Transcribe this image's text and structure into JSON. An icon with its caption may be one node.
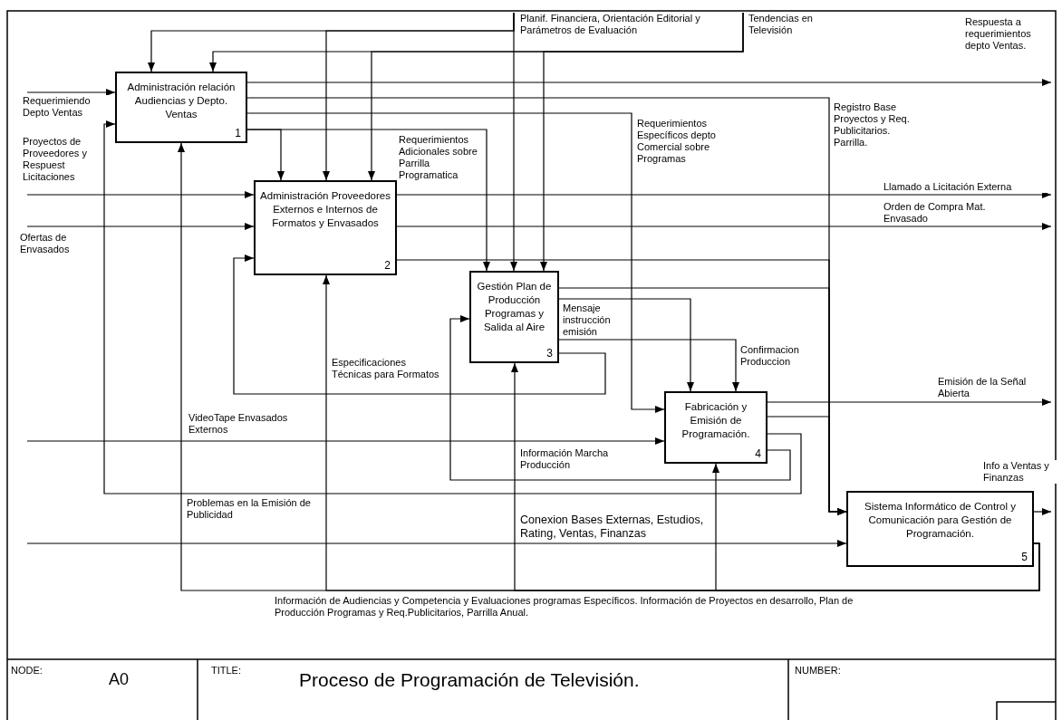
{
  "diagram": {
    "title": "Proceso de Programación de Televisión.",
    "nodes": [
      {
        "text": [
          "Administración relación Audiencias y Depto. Ventas",
          "1"
        ]
      },
      {
        "text": [
          "Administración Proveedores Externos e Internos de Formatos y Envasados",
          "2"
        ]
      },
      {
        "text": [
          "Gestión Plan de Producción Programas y Salida al Aire",
          "3"
        ]
      },
      {
        "text": [
          "Fabricación y Emisión de Programación.",
          "4"
        ]
      },
      {
        "text": [
          "Sistema Informático de Control y Comunicación para Gestión de Programación.",
          "5"
        ]
      }
    ],
    "edges": [
      {
        "from": null,
        "to": 0,
        "arrow": "to",
        "label": "Requerimiendo Depto Ventas"
      },
      {
        "from": null,
        "to": 0,
        "arrow": "to",
        "label": "Planif. Financiera, Orientación Editorial y Parámetros de Evaluación"
      },
      {
        "from": null,
        "to": 1,
        "arrow": "to"
      },
      {
        "from": null,
        "to": 2,
        "arrow": "to"
      },
      {
        "from": null,
        "to": 0,
        "arrow": "to",
        "label": "Tendencias en Televisión"
      },
      {
        "from": null,
        "to": 1,
        "arrow": "to"
      },
      {
        "from": null,
        "to": 2,
        "arrow": "to"
      },
      {
        "from": null,
        "to": 1,
        "arrow": "to",
        "label": "Proyectos de Proveedores y Respuest Licitaciones"
      },
      {
        "from": null,
        "to": 1,
        "arrow": "to",
        "label": "Ofertas de Envasados"
      },
      {
        "from": null,
        "to": 3,
        "arrow": "to",
        "label": "VideoTape Envasados Externos"
      },
      {
        "from": null,
        "to": 4,
        "arrow": "to",
        "label": "Conexion Bases Externas, Estudios, Rating, Ventas, Finanzas"
      },
      {
        "from": 0,
        "to": null,
        "arrow": "to",
        "label": "Respuesta a requerimientos depto Ventas."
      },
      {
        "from": 0,
        "to": 4,
        "arrow": "to",
        "label": "Registro Base Proyectos y Req. Publicitarios. Parrilla."
      },
      {
        "from": 0,
        "to": 3,
        "arrow": "to",
        "label": "Requerimientos Específicos depto Comercial sobre Programas"
      },
      {
        "from": 0,
        "to": 1,
        "arrow": "to"
      },
      {
        "from": 0,
        "to": 2,
        "arrow": "to",
        "label": "Requerimientos Adicionales sobre Parrilla Programatica"
      },
      {
        "from": 1,
        "to": null,
        "arrow": "to",
        "label": "Llamado a Licitación Externa"
      },
      {
        "from": 1,
        "to": null,
        "arrow": "to",
        "label": "Orden de Compra Mat. Envasado"
      },
      {
        "from": 1,
        "to": 4,
        "arrow": "to"
      },
      {
        "from": 2,
        "to": 4,
        "arrow": "to"
      },
      {
        "from": 2,
        "to": 3,
        "arrow": "to",
        "label": "Mensaje instrucción emisión"
      },
      {
        "from": 2,
        "to": 3,
        "arrow": "to",
        "label": "Confirmacion Produccion"
      },
      {
        "from": 2,
        "to": 1,
        "arrow": "to",
        "label": "Especificaciones Técnicas para Formatos"
      },
      {
        "from": 3,
        "to": null,
        "arrow": "to",
        "label": "Emisión de la Señal Abierta"
      },
      {
        "from": 3,
        "to": 4,
        "arrow": "to"
      },
      {
        "from": 3,
        "to": 0,
        "arrow": "to",
        "label": "Problemas en la Emisión de Publicidad"
      },
      {
        "from": 3,
        "to": 2,
        "arrow": "to",
        "label": "Información Marcha Producción"
      },
      {
        "from": 4,
        "to": null,
        "arrow": "to",
        "label": "Info a Ventas y Finanzas"
      },
      {
        "from": 4,
        "to": 0,
        "arrow": "to",
        "label": "Información de Audiencias y Competencia y Evaluaciones programas Específicos. Información de Proyectos en desarrollo, Plan de Producción Programas y Req.Publicitarios, Parrilla Anual."
      },
      {
        "from": 4,
        "to": 1,
        "arrow": "to"
      },
      {
        "from": 4,
        "to": 2,
        "arrow": "to"
      },
      {
        "from": 4,
        "to": 3,
        "arrow": "to"
      }
    ],
    "labels": [
      "NODE:",
      "A0",
      "TITLE:",
      "NUMBER:"
    ]
  }
}
